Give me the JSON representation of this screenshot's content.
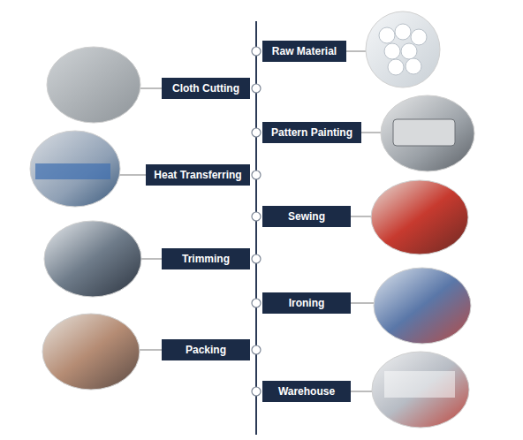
{
  "diagram": {
    "nodes": [
      {
        "text": [
          "Raw Material"
        ]
      },
      {
        "text": [
          "Cloth Cutting"
        ]
      },
      {
        "text": [
          "Pattern Painting"
        ]
      },
      {
        "text": [
          "Heat Transferring"
        ]
      },
      {
        "text": [
          "Sewing"
        ]
      },
      {
        "text": [
          "Trimming"
        ]
      },
      {
        "text": [
          "Ironing"
        ]
      },
      {
        "text": [
          "Packing"
        ]
      },
      {
        "text": [
          "Warehouse"
        ]
      }
    ]
  }
}
